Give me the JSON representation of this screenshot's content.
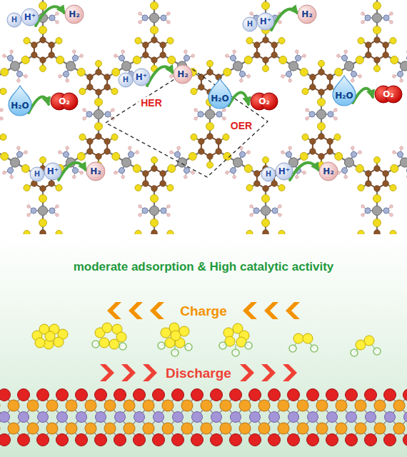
{
  "diagram": {
    "labels": [
      "H",
      "H⁺",
      "H₂",
      "H",
      "H⁺",
      "H₂",
      "H",
      "H⁺",
      "H₂",
      "H₂O",
      "O₂",
      "HER",
      "H₂O",
      "O₂",
      "OER",
      "H₂O",
      "O₂",
      "H",
      "H⁺",
      "H₂",
      "H",
      "H⁺",
      "H₂",
      "moderate adsorption & High catalytic activity",
      "Charge",
      "Discharge"
    ]
  }
}
